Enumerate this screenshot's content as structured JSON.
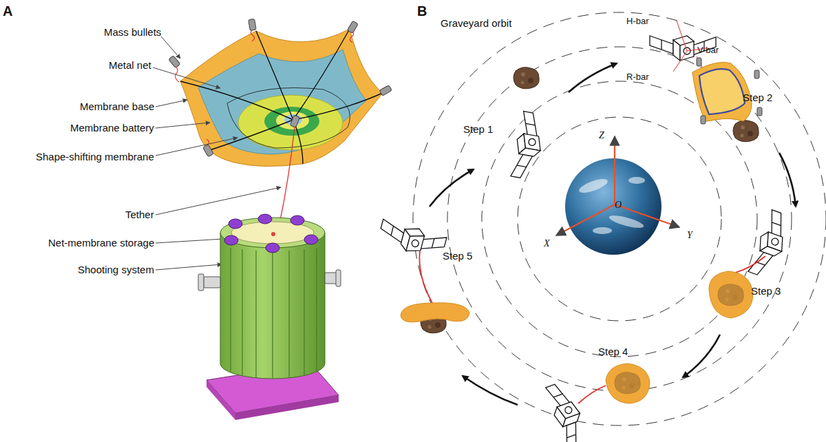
{
  "diagram": {
    "labels": [
      "A",
      "Mass bullets",
      "Metal net",
      "Membrane base",
      "Membrane battery",
      "Shape-shifting membrane",
      "Tether",
      "Net-membrane storage",
      "Shooting system",
      "B",
      "Graveyard orbit",
      "H-bar",
      "V-bar",
      "R-bar",
      "Step 2",
      "Step 1",
      "Z",
      "O",
      "X",
      "Y",
      "Step 5",
      "Step 3",
      "Step 4"
    ]
  }
}
